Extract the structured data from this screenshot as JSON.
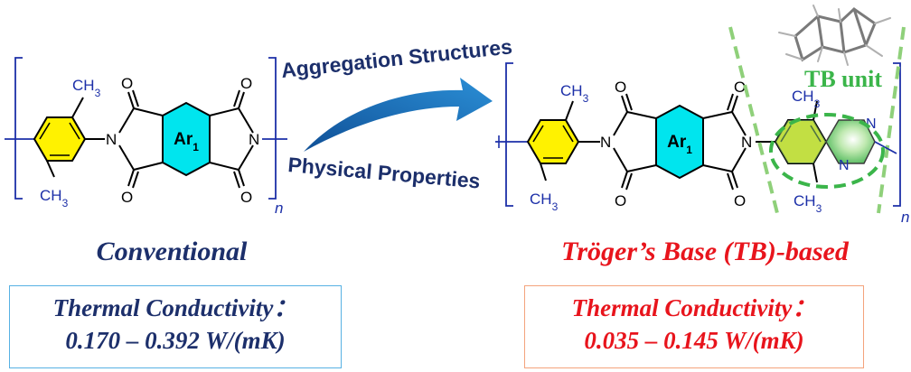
{
  "left": {
    "methyl_top": "CH3",
    "methyl_bottom": "CH3",
    "core_label": "Ar1",
    "n_left": "N",
    "n_right": "N",
    "oxygens": [
      "O",
      "O",
      "O",
      "O"
    ],
    "repeat": "n",
    "title": "Conventional",
    "box_line1": "Thermal Conductivity：",
    "box_line2": "0.170 – 0.392 W/(mK)"
  },
  "arrow": {
    "top_text": "Aggregation Structures",
    "bottom_text": "Physical Properties"
  },
  "right": {
    "methyl_top": "CH3",
    "methyl_bottom": "CH3",
    "core_label": "Ar1",
    "n_imide_right": "N",
    "n_imide_left": "N",
    "oxygens": [
      "O",
      "O",
      "O",
      "O"
    ],
    "tb_methyl_top": "CH3",
    "tb_methyl_bottom": "CH3",
    "tb_n_top": "N",
    "tb_n_bottom": "N",
    "tb_unit_label": "TB unit",
    "repeat": "n",
    "title": "Tröger’s Base (TB)-based",
    "box_line1": "Thermal Conductivity：",
    "box_line2": "0.035 – 0.145 W/(mK)"
  },
  "colors": {
    "benzene_fill": "#fff200",
    "core_fill": "#00e5ee",
    "bond": "#000000",
    "bracket": "#1c2fa8",
    "arrow": "#1d6fb5",
    "tb_green": "#8fd07a",
    "left_text": "#1c2f6b",
    "right_text": "#e8141c"
  }
}
